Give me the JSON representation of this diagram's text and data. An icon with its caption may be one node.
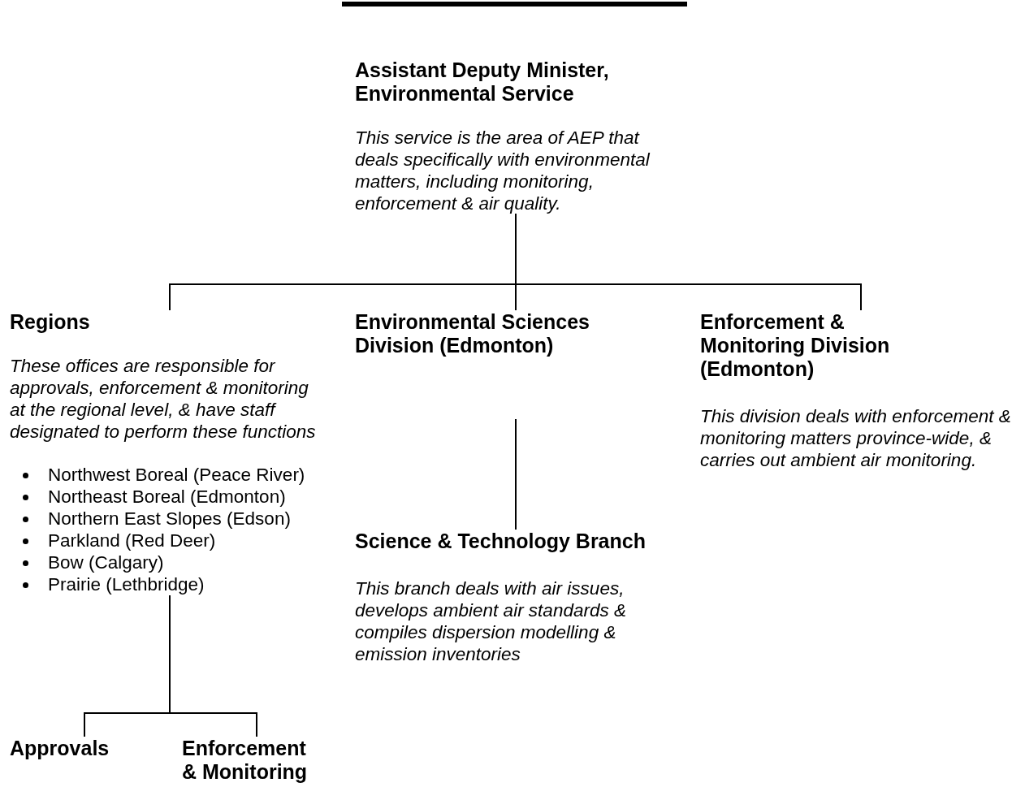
{
  "diagram": {
    "nodes": [
      {
        "text": [
          "Assistant Deputy Minister, Environmental Service",
          "This service is the area of AEP that deals specifically with environmental matters, including monitoring, enforcement & air quality."
        ]
      },
      {
        "text": [
          "Regions",
          "These offices are responsible for approvals, enforcement & monitoring at the regional level, & have staff designated to perform these functions",
          "Northwest Boreal (Peace River)",
          "Northeast Boreal (Edmonton)",
          "Northern East Slopes (Edson)",
          "Parkland (Red Deer)",
          "Bow (Calgary)",
          "Prairie (Lethbridge)"
        ]
      },
      {
        "text": [
          "Environmental Sciences Division (Edmonton)"
        ]
      },
      {
        "text": [
          "Enforcement & Monitoring Division (Edmonton)",
          "This division deals with enforcement & monitoring matters province-wide, & carries out ambient air monitoring."
        ]
      },
      {
        "text": [
          "Science & Technology Branch",
          "This branch deals with air issues, develops ambient air standards & compiles dispersion modelling & emission inventories"
        ]
      },
      {
        "text": [
          "Approvals"
        ]
      },
      {
        "text": [
          "Enforcement & Monitoring"
        ]
      }
    ],
    "edges": [
      {
        "from": 0,
        "to": 1,
        "arrow": "none"
      },
      {
        "from": 0,
        "to": 2,
        "arrow": "none"
      },
      {
        "from": 0,
        "to": 3,
        "arrow": "none"
      },
      {
        "from": 2,
        "to": 4,
        "arrow": "none"
      },
      {
        "from": 1,
        "to": 5,
        "arrow": "none"
      },
      {
        "from": 1,
        "to": 6,
        "arrow": "none"
      }
    ]
  }
}
